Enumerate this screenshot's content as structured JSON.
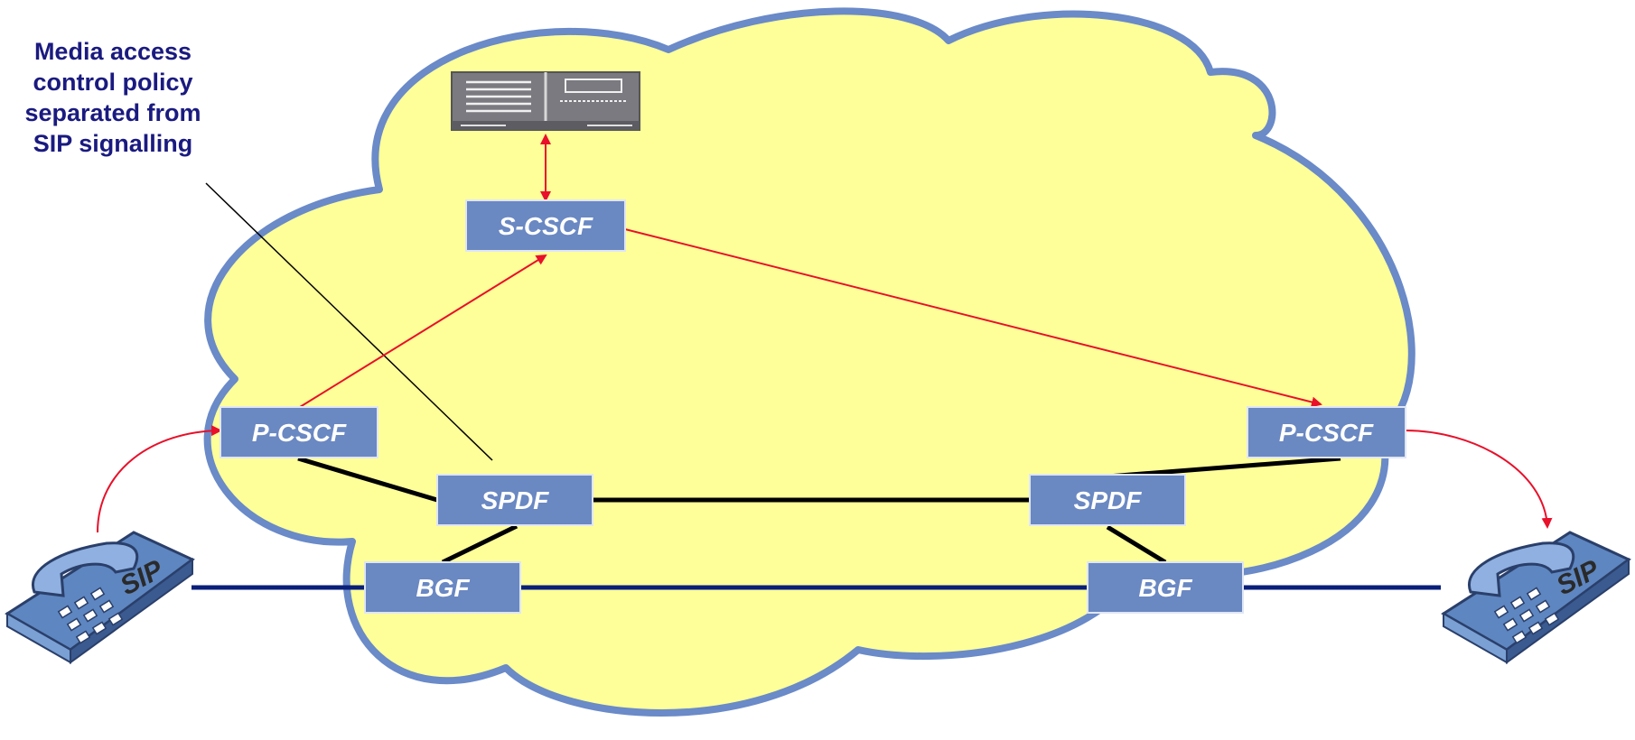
{
  "annotation": {
    "line1": "Media access",
    "line2": "control policy",
    "line3": "separated from",
    "line4": "SIP signalling"
  },
  "nodes": {
    "s_cscf": "S-CSCF",
    "p_cscf_left": "P-CSCF",
    "p_cscf_right": "P-CSCF",
    "spdf_left": "SPDF",
    "spdf_right": "SPDF",
    "bgf_left": "BGF",
    "bgf_right": "BGF"
  },
  "phones": {
    "left_label": "SIP",
    "right_label": "SIP"
  },
  "colors": {
    "cloud_fill": "#ffff99",
    "cloud_stroke": "#6a8ac8",
    "node_fill": "#6a88c2",
    "signal_line": "#e8102a",
    "control_line": "#000000",
    "media_line": "#0a1f7a",
    "annotation_text": "#1a1a80"
  }
}
